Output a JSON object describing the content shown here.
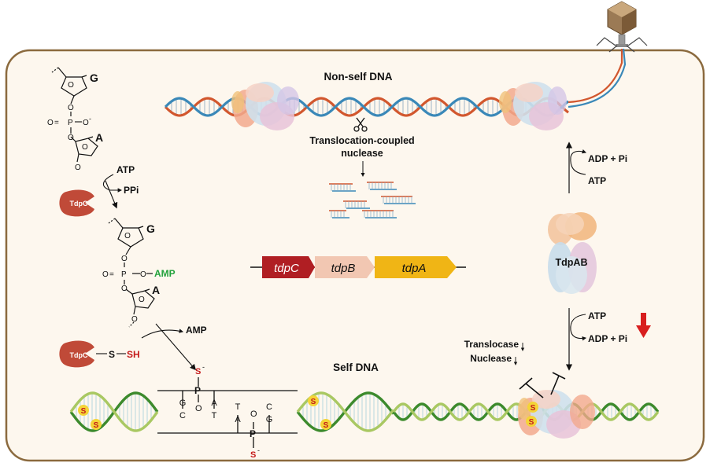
{
  "labels": {
    "nonself_dna": "Non-self DNA",
    "self_dna": "Self DNA",
    "nuclease_line1": "Translocation-coupled",
    "nuclease_line2": "nuclease",
    "adp_pi_top": "ADP + Pi",
    "atp_top": "ATP",
    "atp_bottom": "ATP",
    "adp_pi_bottom": "ADP + Pi",
    "tdpab": "TdpAB",
    "translocase": "Translocase",
    "nuclease_down": "Nuclease"
  },
  "genes": [
    {
      "name": "tdpC",
      "color": "#b01e23",
      "text_color": "#ffffff"
    },
    {
      "name": "tdpB",
      "color": "#f2c7b2",
      "text_color": "#111111"
    },
    {
      "name": "tdpA",
      "color": "#f0b515",
      "text_color": "#111111"
    }
  ],
  "chemistry": {
    "g": "G",
    "a": "A",
    "o": "O",
    "p": "P",
    "o_minus": "O",
    "minus": "-",
    "atp": "ATP",
    "ppi": "PPi",
    "amp_green": "AMP",
    "amp_release": "AMP",
    "enzyme": "TdpC",
    "s": "S",
    "sh": "SH",
    "s_minus": "S",
    "bases_top": [
      "G",
      "A",
      "T",
      "C"
    ],
    "bases_bottom": [
      "C",
      "T",
      "A",
      "G"
    ]
  },
  "colors": {
    "border": "#8b6a3e",
    "background": "#fdf7ee",
    "dna_orange": "#d2572e",
    "dna_blue": "#3a88b8",
    "dna_green": "#3c8a2c",
    "dna_lightgreen": "#a9c862",
    "amp_green": "#22a23c",
    "sulfur_red": "#c41a1a",
    "sulfur_yellow": "#f4d437",
    "enzyme_red": "#c04a38",
    "arrow_red": "#d81e1e"
  }
}
